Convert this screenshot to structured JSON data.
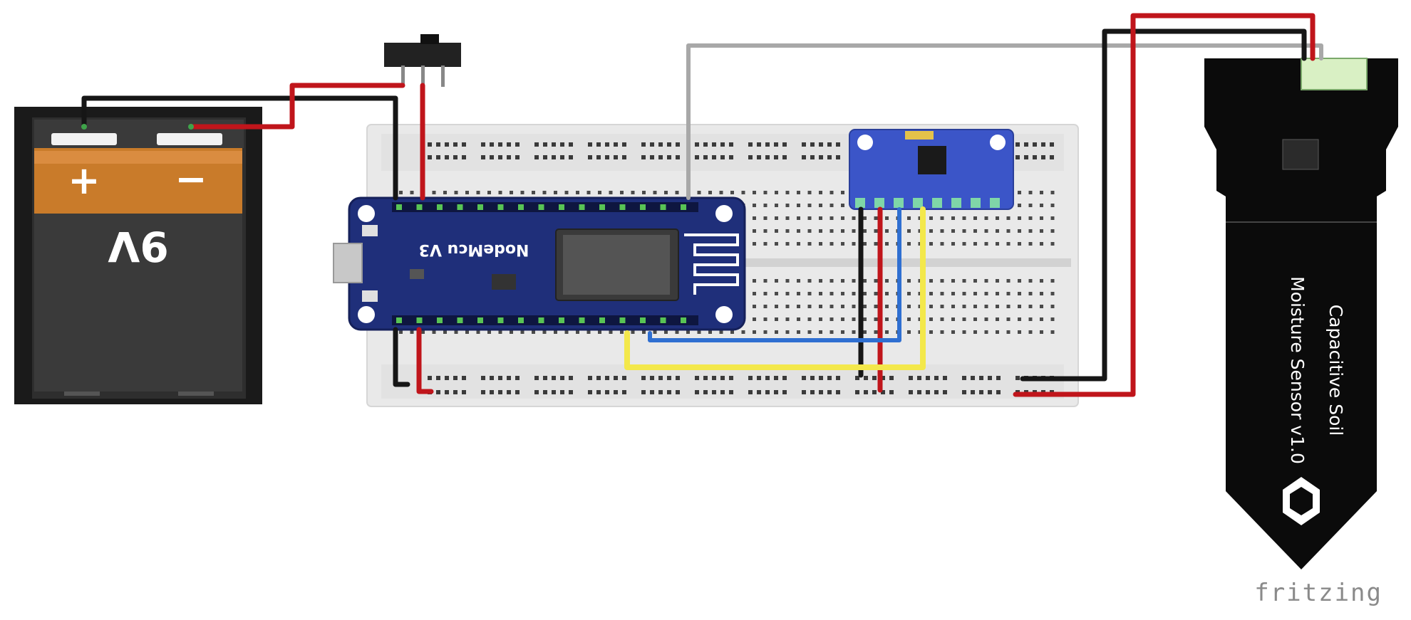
{
  "battery": {
    "plus": "+",
    "minus": "−",
    "voltage": "9V"
  },
  "nodemcu": {
    "label": "NodeMcu V3"
  },
  "sensor": {
    "line1": "Capacitive Soil",
    "line2": "Moisture Sensor v1.0"
  },
  "watermark": "fritzing",
  "colors": {
    "wire_red": "#c0151b",
    "wire_black": "#161616",
    "wire_yellow": "#f3e84b",
    "wire_blue": "#2f6fd1",
    "wire_gray": "#a8a8a8",
    "breadboard": "#e9e9e9",
    "nodemcu_board": "#1f2f7a",
    "mpu_board": "#3b55c8",
    "sensor_board": "#0b0b0b"
  }
}
